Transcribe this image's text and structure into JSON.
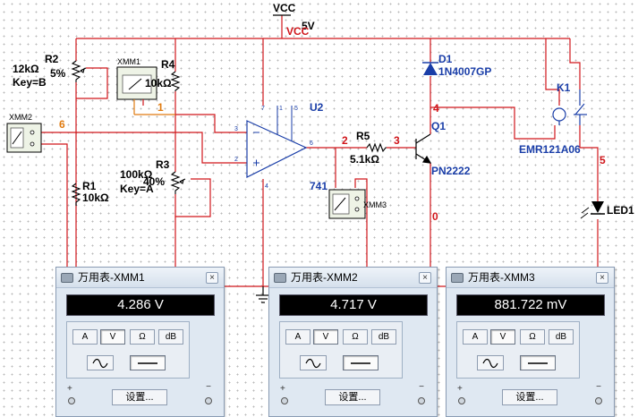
{
  "schematic": {
    "vcc_label": "VCC",
    "vcc_value": "5V",
    "vcc_net": "VCC",
    "r2_name": "R2",
    "r2_pct": "5%",
    "r2_value": "12kΩ",
    "r2_key": "Key=B",
    "xmm1_label": "XMM1",
    "r4_name": "R4",
    "r4_value": "10kΩ",
    "xmm2_label": "XMM2",
    "net6": "6",
    "net1": "1",
    "r3_name": "R3",
    "r3_value": "100kΩ",
    "r3_pct": "40%",
    "r3_key": "Key=A",
    "r1_name": "R1",
    "r1_value": "10kΩ",
    "u2_name": "U2",
    "u2_part": "741",
    "pin7": "7",
    "pin1": "1",
    "pin5": "5",
    "pin3": "3",
    "pin2": "2",
    "pin6": "6",
    "pin4": "4",
    "net2": "2",
    "net3": "3",
    "r5_name": "R5",
    "r5_value": "5.1kΩ",
    "xmm3_label": "XMM3",
    "d1_name": "D1",
    "d1_part": "1N4007GP",
    "net4": "4",
    "q1_name": "Q1",
    "q1_part": "PN2222",
    "net0": "0",
    "k1_name": "K1",
    "k1_part": "EMR121A06",
    "net5": "5",
    "led_name": "LED1"
  },
  "meters": [
    {
      "title": "万用表-XMM1",
      "reading": "4.286 V"
    },
    {
      "title": "万用表-XMM2",
      "reading": "4.717 V"
    },
    {
      "title": "万用表-XMM3",
      "reading": "881.722 mV"
    }
  ],
  "meter_controls": {
    "btn_a": "A",
    "btn_v": "V",
    "btn_ohm": "Ω",
    "btn_db": "dB",
    "settings": "设置...",
    "plus": "+",
    "minus": "−",
    "close": "×"
  },
  "colors": {
    "wire": "#d0161b",
    "component": "#1a3ea8",
    "net_orange": "#e07b10",
    "display_bg": "#000000",
    "display_text": "#ffffff"
  }
}
